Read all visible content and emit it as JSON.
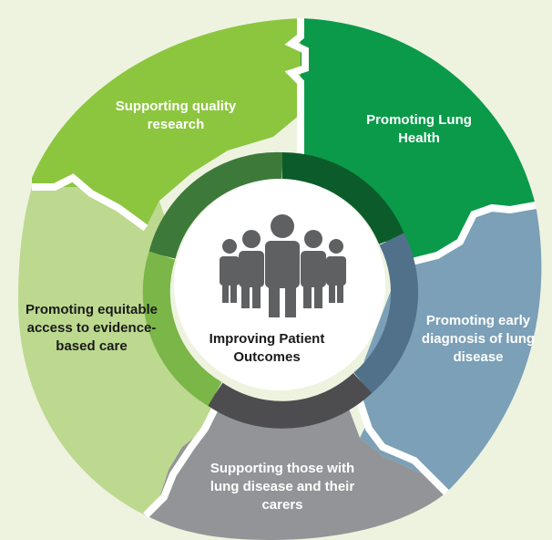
{
  "center": {
    "title": "Improving Patient Outcomes",
    "icon": "people-group-icon"
  },
  "segments": [
    {
      "id": "research",
      "label": "Supporting quality research",
      "color": "#8cc63f"
    },
    {
      "id": "lung-health",
      "label": "Promoting Lung Health",
      "color": "#0a9a4a"
    },
    {
      "id": "diagnosis",
      "label": "Promoting early diagnosis of lung disease",
      "color": "#7ba0b7"
    },
    {
      "id": "support",
      "label": "Supporting those with lung disease and their carers",
      "color": "#929497"
    },
    {
      "id": "access",
      "label": "Promoting equitable access to evidence-based care",
      "color": "#bcd98f"
    }
  ],
  "ring_colors": {
    "research": "#3d7a3a",
    "lung-health": "#0b5c2a",
    "diagnosis": "#51718a",
    "support": "#4d4d4f",
    "access": "#7ab648"
  },
  "background": "#eef3e0"
}
